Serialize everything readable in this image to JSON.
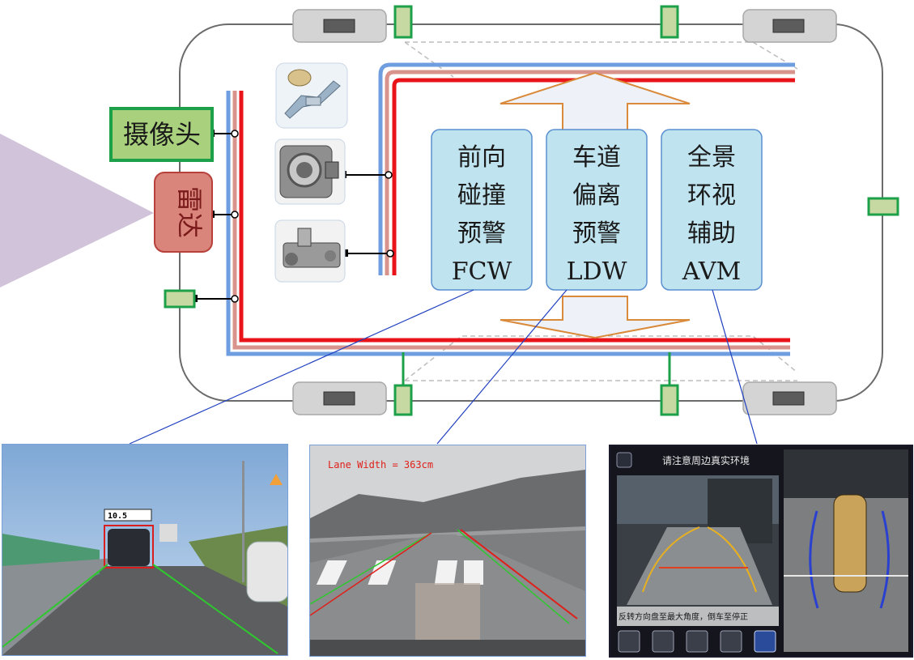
{
  "modules": {
    "camera": {
      "label": "摄像头"
    },
    "radar": {
      "label": "雷达"
    }
  },
  "features": [
    {
      "line1": "前向",
      "line2": "碰撞",
      "line3": "预警",
      "abbr": "FCW"
    },
    {
      "line1": "车道",
      "line2": "偏离",
      "line3": "预警",
      "abbr": "LDW"
    },
    {
      "line1": "全景",
      "line2": "环视",
      "line3": "辅助",
      "abbr": "AVM"
    }
  ],
  "screens": {
    "fcw": {
      "distance_label": "10.5"
    },
    "ldw": {
      "lane_width_text": "Lane Width = 363cm"
    },
    "avm": {
      "header_text": "请注意周边真实环境",
      "footer_text": "反转方向盘至最大角度，倒车至停正"
    }
  },
  "colors": {
    "camera_fill": "#a9d07c",
    "camera_border": "#1ca04a",
    "radar_fill": "#d9857c",
    "radar_border": "#b8403a",
    "feature_fill": "#bfe3ef",
    "feature_border": "#5a8fd0",
    "bus_red": "#e8141a",
    "bus_pink": "#d8948c",
    "bus_blue": "#6f9ee0",
    "sensor_fill": "#c7d9a3",
    "sensor_border": "#1ca04a",
    "arrow_border": "#d98a3a",
    "arrow_fill": "#eef2f8"
  }
}
